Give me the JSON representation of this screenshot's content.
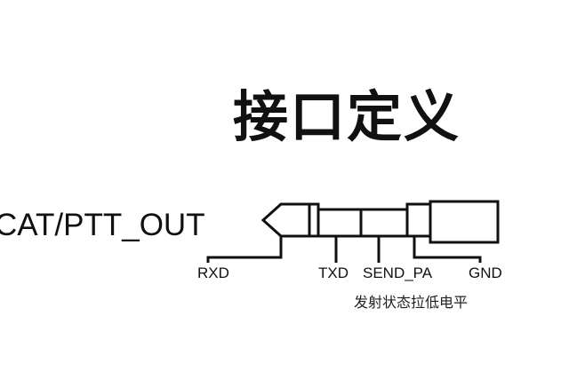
{
  "diagram": {
    "title": "接口定义",
    "connector_label": "CAT/PTT_OUT",
    "pins": {
      "rxd": "RXD",
      "txd": "TXD",
      "send_pa": "SEND_PA",
      "gnd": "GND"
    },
    "note": "发射状态拉低电平",
    "line_color": "#111111"
  }
}
